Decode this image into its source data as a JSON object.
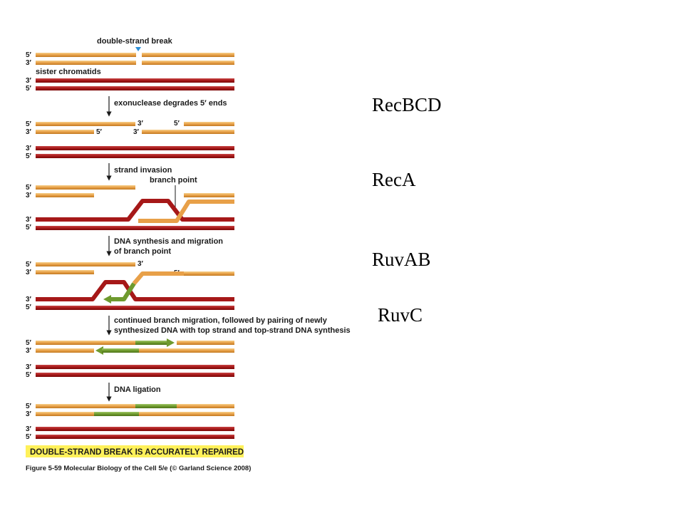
{
  "diagram": {
    "labels": {
      "double_strand_break": "double-strand break",
      "sister_chromatids": "sister chromatids",
      "exonuclease": "exonuclease degrades 5′ ends",
      "strand_invasion": "strand invasion",
      "branch_point": "branch point",
      "dna_synthesis_1": "DNA synthesis and migration",
      "dna_synthesis_2": "of branch point",
      "continued_1": "continued branch migration, followed by pairing of newly",
      "continued_2": "synthesized DNA with top strand and top-strand DNA synthesis",
      "ligation": "DNA ligation"
    },
    "ends": {
      "five": "5′",
      "three": "3′"
    },
    "banner": "DOUBLE-STRAND BREAK IS ACCURATELY REPAIRED",
    "caption": "Figure 5-59  Molecular Biology of the Cell 5/e (© Garland Science 2008)",
    "colors": {
      "orange_strand": "#E8A048",
      "red_strand": "#A61818",
      "green_strand": "#6E9A2E",
      "banner_bg": "#FFF15A",
      "break_marker": "#2A8FD8"
    }
  },
  "enzymes": [
    "RecBCD",
    "RecA",
    "RuvAB",
    "RuvC"
  ]
}
